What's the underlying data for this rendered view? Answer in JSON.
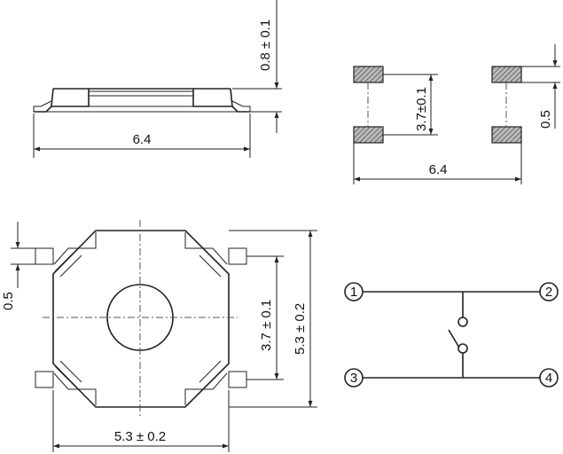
{
  "side_view": {
    "height_dim": "0.8 ± 0.1",
    "width_dim": "6.4"
  },
  "pad_layout": {
    "pitch_dim": "3.7±0.1",
    "pad_dim": "0.5",
    "width_dim": "6.4"
  },
  "top_view": {
    "lead_dim": "0.5",
    "inner_dim": "3.7 ± 0.1",
    "outer_dim": "5.3 ± 0.2",
    "width_dim": "5.3 ± 0.2"
  },
  "schematic": {
    "pins": [
      "1",
      "2",
      "3",
      "4"
    ]
  }
}
